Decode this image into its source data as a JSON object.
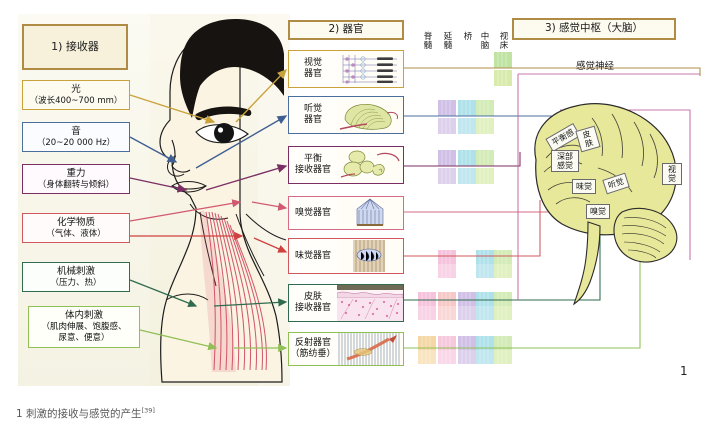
{
  "caption": {
    "text": "1 刺激的接收与感觉的产生",
    "superscript": "[39]"
  },
  "page_number": "1",
  "columns": {
    "stimuli_header": "1) 接收器",
    "organs_header": "2) 器官",
    "center_header": "3) 感觉中枢（大脑）",
    "sensory_nerve_label": "感觉神经"
  },
  "stimuli": [
    {
      "name": "light",
      "title": "光",
      "detail": "（波长400~700 mm）",
      "color": "#c9a23c"
    },
    {
      "name": "sound",
      "title": "音",
      "detail": "（20~20 000 Hz）",
      "color": "#4a6f9e"
    },
    {
      "name": "gravity",
      "title": "重力",
      "detail": "（身体翻转与倾斜）",
      "color": "#7a2e63"
    },
    {
      "name": "chemical",
      "title": "化学物质",
      "detail": "（气体、液体）",
      "color": "#d0585c"
    },
    {
      "name": "mechanical",
      "title": "机械刺激",
      "detail": "（压力、热）",
      "color": "#2f6b4f"
    },
    {
      "name": "internal",
      "title": "体内刺激",
      "detail": "（肌肉伸展、饱腹感、",
      "detail2": "尿意、便意）",
      "color": "#8fbf55"
    }
  ],
  "organs": [
    {
      "name": "visual",
      "line1": "视觉",
      "line2": "器官",
      "color": "#c9a23c"
    },
    {
      "name": "auditory",
      "line1": "听觉",
      "line2": "器官",
      "color": "#4a6f9e"
    },
    {
      "name": "balance",
      "line1": "平衡",
      "line2": "接收器官",
      "color": "#7a2e63"
    },
    {
      "name": "olfactory",
      "line1": "嗅觉器官",
      "line2": "",
      "color": "#d66b86"
    },
    {
      "name": "gustatory",
      "line1": "味觉器官",
      "line2": "",
      "color": "#d0585c"
    },
    {
      "name": "skin",
      "line1": "皮肤",
      "line2": "接收器官",
      "color": "#2f6b4f"
    },
    {
      "name": "reflex",
      "line1": "反射器官",
      "line2": "（筋纺垂）",
      "color": "#8fbf55"
    }
  ],
  "cns_columns": [
    {
      "name": "spinal-cord",
      "top": "脊",
      "bottom": "髓"
    },
    {
      "name": "medulla",
      "top": "延",
      "bottom": "髓"
    },
    {
      "name": "pons",
      "top": "桥",
      "bottom": ""
    },
    {
      "name": "midbrain",
      "top": "中",
      "bottom": "脑"
    },
    {
      "name": "thalamus",
      "top": "视",
      "bottom": "床"
    }
  ],
  "brain_areas": [
    {
      "name": "balance-sense",
      "label": "平衡感"
    },
    {
      "name": "deep-sensation",
      "label": "深部感觉"
    },
    {
      "name": "skin-sense",
      "label": "皮肤"
    },
    {
      "name": "taste-sense",
      "label": "味觉"
    },
    {
      "name": "hearing-sense",
      "label": "听觉"
    },
    {
      "name": "smell-sense",
      "label": "嗅觉"
    },
    {
      "name": "vision-sense",
      "label": "视觉"
    }
  ],
  "colors": {
    "gold": "#c9a23c",
    "blue": "#4a6f9e",
    "purple": "#7a2e63",
    "pink": "#d66b86",
    "red": "#d0585c",
    "green": "#2f6b4f",
    "lightgreen": "#8fbf55",
    "brain_fill": "#e8e89a",
    "muscle": "#d9536a"
  }
}
